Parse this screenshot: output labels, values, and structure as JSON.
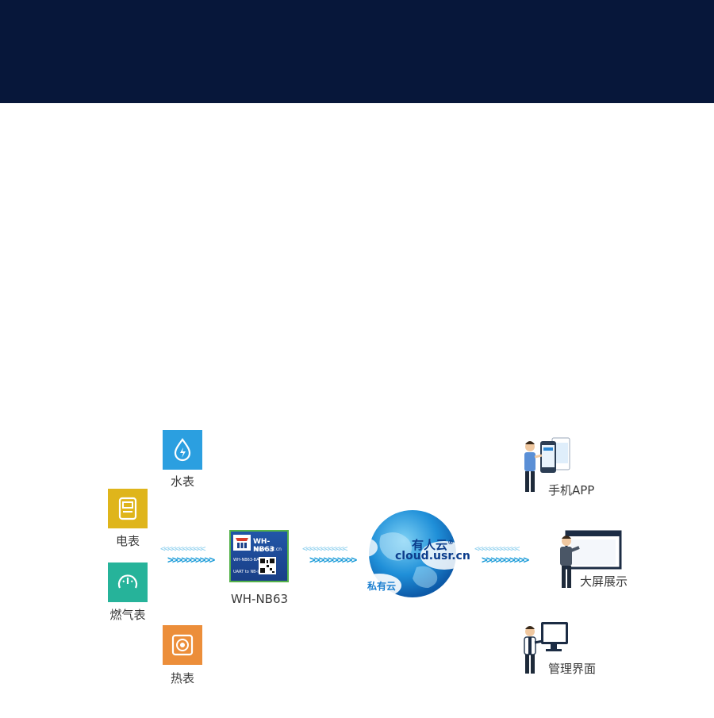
{
  "meters": [
    {
      "id": "water",
      "label": "水表",
      "color": "#2b9fe0",
      "icon": "water-drop-icon"
    },
    {
      "id": "electric",
      "label": "电表",
      "color": "#dfb51b",
      "icon": "electric-meter-icon"
    },
    {
      "id": "gas",
      "label": "燃气表",
      "color": "#26b39a",
      "icon": "gauge-icon"
    },
    {
      "id": "heat",
      "label": "热表",
      "color": "#ec8e3a",
      "icon": "heat-dial-icon"
    }
  ],
  "module": {
    "name": "WH-NB63",
    "chip_title": "WH-NB63",
    "chip_site": "www.usr.cn",
    "chip_model": "WH-NB63-BA",
    "chip_desc": "UART to NB-IoT"
  },
  "cloud": {
    "brand": "有人云",
    "registered": "®",
    "domain": "cloud.usr.cn",
    "private": "私有云"
  },
  "endpoints": [
    {
      "id": "app",
      "label": "手机APP",
      "icon": "smartphone-user-icon"
    },
    {
      "id": "screen",
      "label": "大屏展示",
      "icon": "presenter-screen-icon"
    },
    {
      "id": "admin",
      "label": "管理界面",
      "icon": "monitor-user-icon"
    }
  ],
  "arrows": {
    "back": "<<<<<<<<<<<<",
    "forward": ">>>>>>>>>>"
  }
}
